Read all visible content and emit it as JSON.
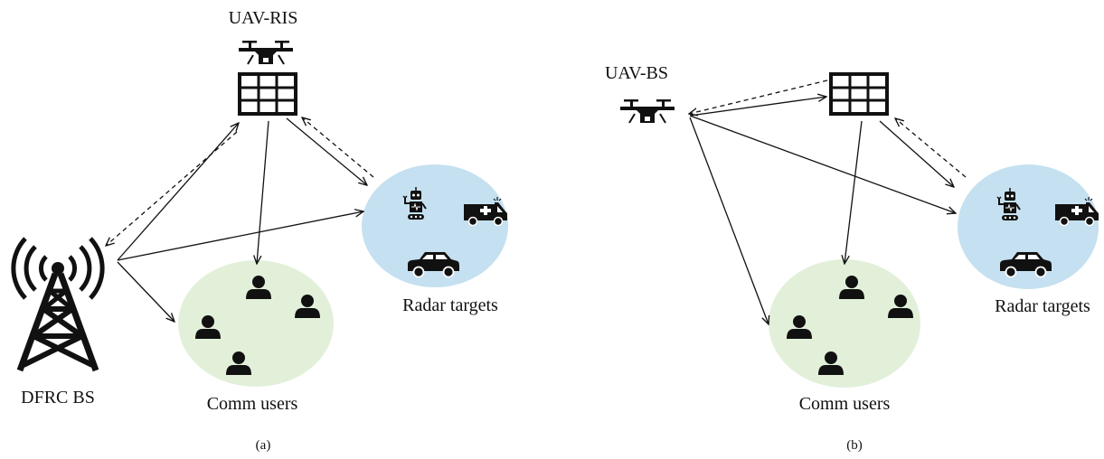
{
  "panel_a": {
    "uav_label": "UAV-RIS",
    "bs_label": "DFRC BS",
    "targets_label": "Radar targets",
    "users_label": "Comm users",
    "caption": "(a)"
  },
  "panel_b": {
    "uav_label": "UAV-BS",
    "targets_label": "Radar targets",
    "users_label": "Comm users",
    "caption": "(b)"
  },
  "colors": {
    "comm_users_fill": "#e2f0d9",
    "radar_targets_fill": "#c5e0f0",
    "stroke": "#111111"
  },
  "icons": [
    "drone-icon",
    "ris-panel-icon",
    "tower-icon",
    "user-icon",
    "robot-icon",
    "ambulance-icon",
    "car-icon"
  ]
}
